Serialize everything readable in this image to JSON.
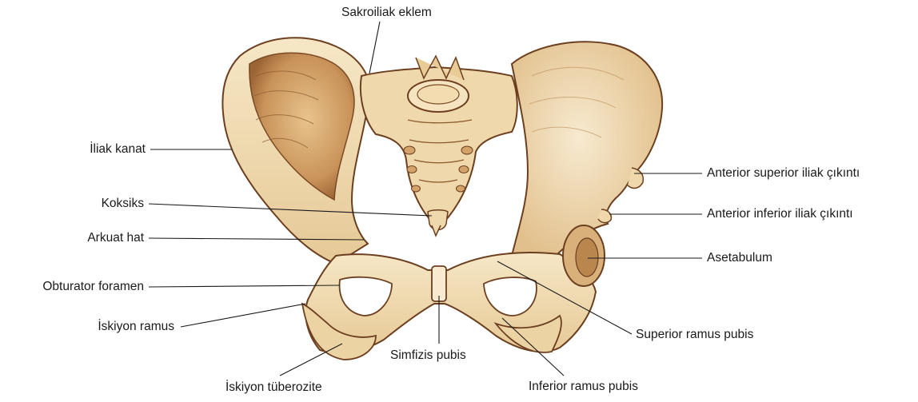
{
  "labels": {
    "sakroiliak": "Sakroiliak eklem",
    "iliak_kanat": "İliak kanat",
    "koksiks": "Koksiks",
    "arkuat_hat": "Arkuat hat",
    "obturator_foramen": "Obturator foramen",
    "iskiyon_ramus": "İskiyon ramus",
    "iskiyon_tuberozite": "İskiyon tüberozite",
    "simfizis_pubis": "Simfizis pubis",
    "inferior_ramus_pubis": "Inferior ramus pubis",
    "superior_ramus_pubis": "Superior ramus pubis",
    "asetabulum": "Asetabulum",
    "anterior_inferior": "Anterior inferior iliak çıkıntı",
    "anterior_superior": "Anterior superior iliak çıkıntı"
  },
  "colors": {
    "bone": "#f2dfb9",
    "bone_mid": "#e4c48f",
    "bone_shadow": "#b9864e",
    "outline": "#6b3f1f",
    "leader": "#1a1a1a"
  }
}
